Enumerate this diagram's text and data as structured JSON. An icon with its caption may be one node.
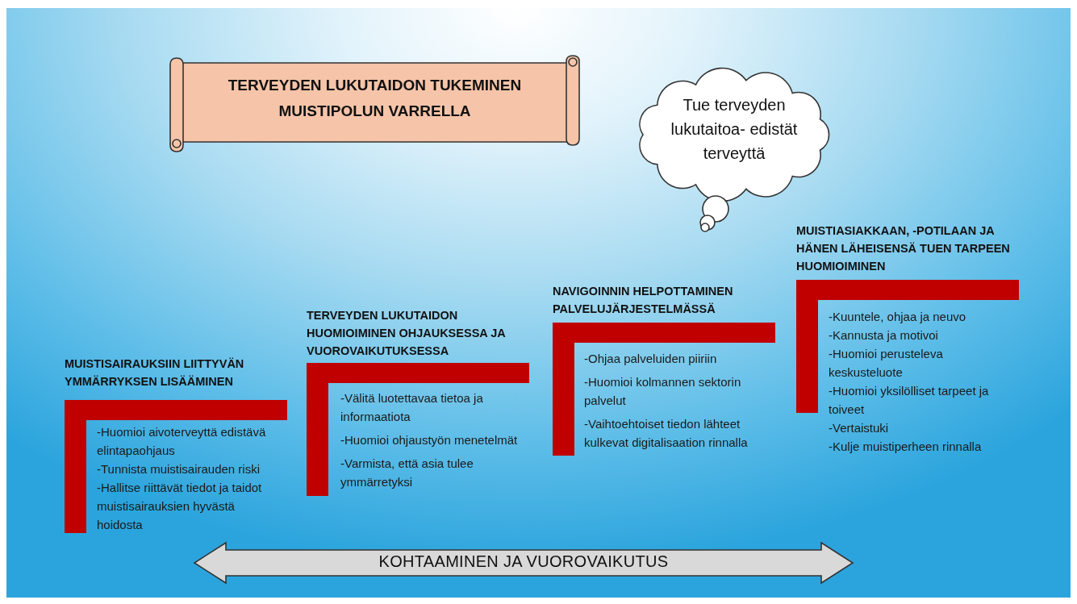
{
  "diagram": {
    "nodes": [
      {
        "text": [
          "TERVEYDEN LUKUTAIDON TUKEMINEN MUISTIPOLUN VARRELLA"
        ]
      },
      {
        "text": [
          "Tue terveyden lukutaitoa- edistät terveyttä"
        ]
      },
      {
        "text": [
          "MUISTISAIRAUKSIIN LIITTYVÄN YMMÄRRYKSEN LISÄÄMINEN",
          "-Huomioi aivoterveyttä edistävä elintapaohjaus",
          "-Tunnista muistisairauden riski",
          "-Hallitse riittävät tiedot ja taidot muistisairauksien hyvästä hoidosta"
        ]
      },
      {
        "text": [
          "TERVEYDEN LUKUTAIDON HUOMIOIMINEN OHJAUKSESSA JA VUOROVAIKUTUKSESSA",
          "-Välitä luotettavaa tietoa ja informaatiota",
          "-Huomioi ohjaustyön menetelmät",
          "-Varmista, että asia tulee ymmärretyksi"
        ]
      },
      {
        "text": [
          "NAVIGOINNIN HELPOTTAMINEN PALVELUJÄRJESTELMÄSSÄ",
          "-Ohjaa palveluiden piiriin",
          "-Huomioi kolmannen sektorin palvelut",
          "-Vaihtoehtoiset tiedon lähteet kulkevat digitalisaation rinnalla"
        ]
      },
      {
        "text": [
          "MUISTIASIAKKAAN, -POTILAAN JA HÄNEN LÄHEISENSÄ TUEN TARPEEN HUOMIOIMINEN",
          "-Kuuntele, ohjaa ja neuvo",
          "-Kannusta ja motivoi",
          "-Huomioi perusteleva keskusteluote",
          "-Huomioi yksilölliset tarpeet ja toiveet",
          "-Vertaistuki",
          "-Kulje muistiperheen rinnalla"
        ]
      },
      {
        "text": [
          "KOHTAAMINEN JA VUOROVAIKUTUS"
        ]
      }
    ]
  }
}
